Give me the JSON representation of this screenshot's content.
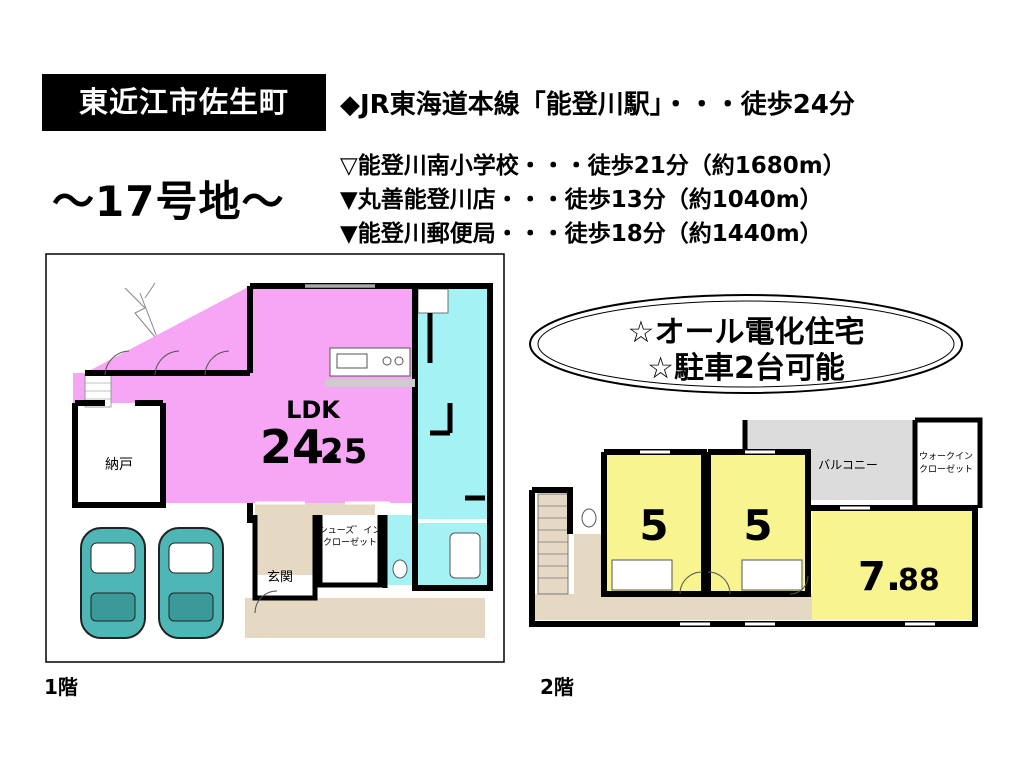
{
  "header": {
    "area": "東近江市佐生町",
    "lot": "～17号地～"
  },
  "access": {
    "station": "◆JR東海道本線「能登川駅」・・・徒歩24分",
    "poi": [
      "▽能登川南小学校・・・徒歩21分（約1680m）",
      "▼丸善能登川店・・・徒歩13分（約1040m）",
      "▼能登川郵便局・・・徒歩18分（約1440m）"
    ]
  },
  "features": [
    "☆オール電化住宅",
    "☆駐車2台可能"
  ],
  "floor1": {
    "label": "1階",
    "ldk_label": "LDK",
    "ldk_size_int": "24.",
    "ldk_size_dec": "25",
    "storage": "納戸",
    "shoe_closet_line1": "シューズ゛イン",
    "shoe_closet_line2": "クローゼット",
    "entrance": "玄関"
  },
  "floor2": {
    "label": "2階",
    "room_a": "5",
    "room_b": "5",
    "room_c_int": "7.",
    "room_c_dec": "88",
    "balcony": "バルコニー",
    "wic_line1": "ウォークイン",
    "wic_line2": "クローゼット"
  },
  "colors": {
    "ldk": "#f6a6f4",
    "wet": "#a4f2f4",
    "bedroom": "#f8f490",
    "corridor": "#e6d9c4",
    "balcony": "#dcdcdc",
    "car": "#4fb6b6"
  }
}
